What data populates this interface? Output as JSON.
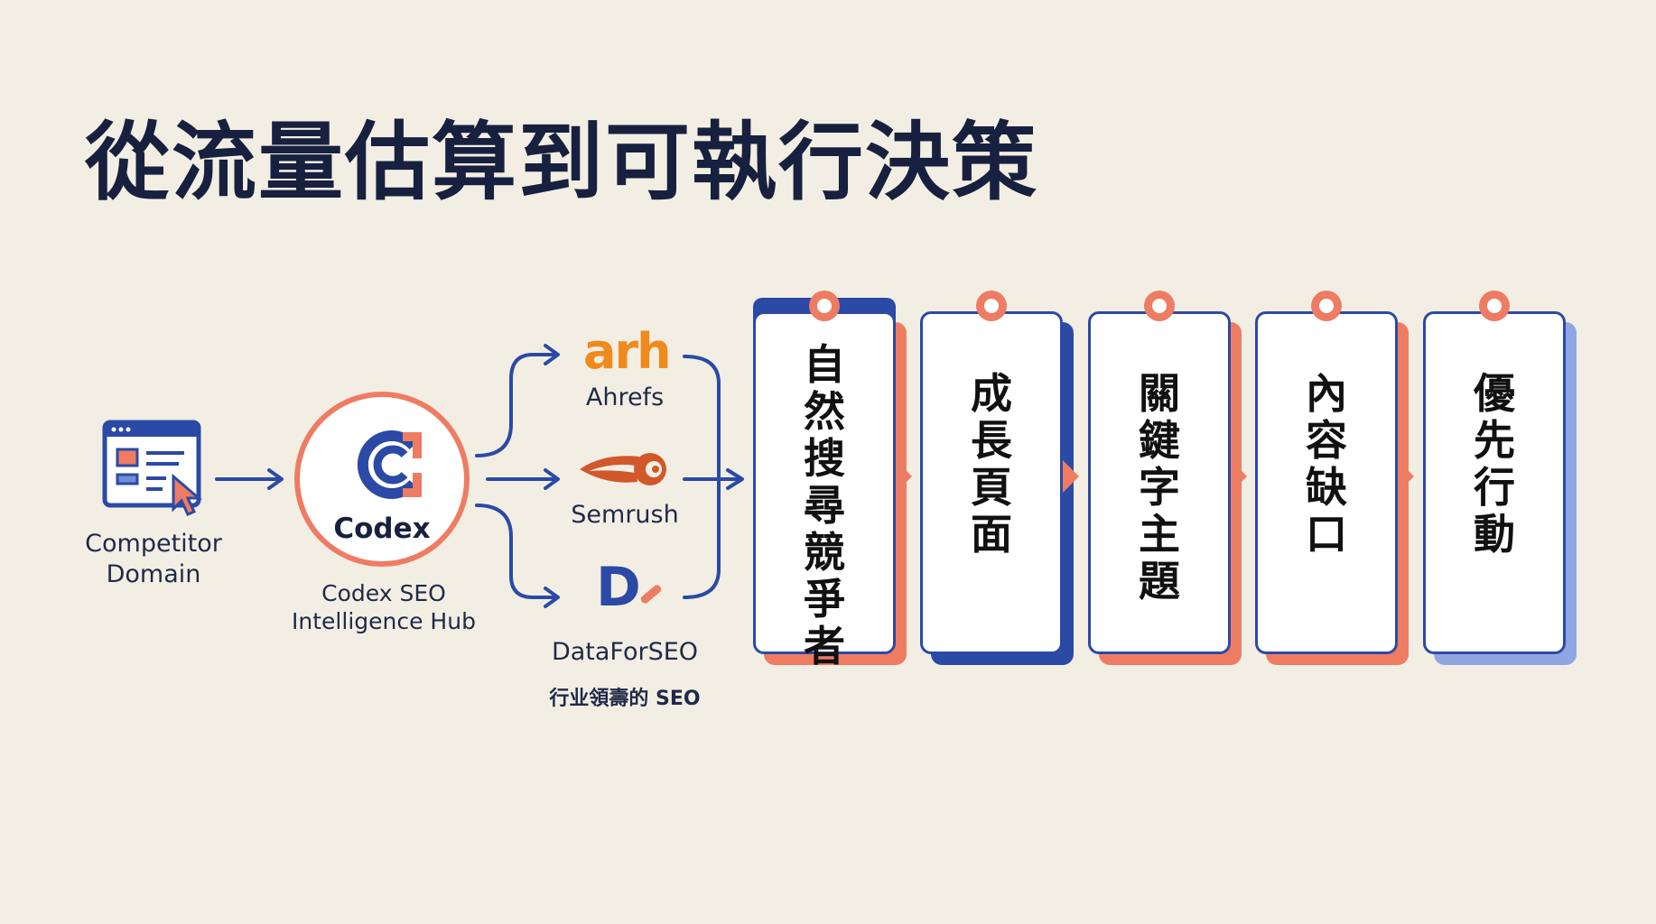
{
  "title": "從流量估算到可執行決策",
  "competitor": {
    "line1": "Competitor",
    "line2": "Domain",
    "icon": "browser-window-cursor-icon"
  },
  "hub": {
    "logo_text": "Codex",
    "line1": "Codex SEO",
    "line2": "Intelligence Hub"
  },
  "tools": [
    {
      "logo": "arh",
      "name": "Ahrefs"
    },
    {
      "logo": "",
      "name": "Semrush"
    },
    {
      "logo": "D",
      "name": "DataForSEO"
    }
  ],
  "tools_note": "行业領壽的 SEO",
  "steps": [
    {
      "chars": [
        "自",
        "然",
        "搜",
        "尋",
        "競",
        "爭",
        "者"
      ]
    },
    {
      "chars": [
        "成",
        "長",
        "頁",
        "面"
      ]
    },
    {
      "chars": [
        "關",
        "鍵",
        "字",
        "主",
        "題"
      ]
    },
    {
      "chars": [
        "內",
        "容",
        "缺",
        "口"
      ]
    },
    {
      "chars": [
        "優",
        "先",
        "行",
        "動"
      ]
    }
  ],
  "colors": {
    "navy": "#2b4aa6",
    "coral": "#ee7c63",
    "background": "#f3eee3",
    "ahrefs_orange": "#f08a1c"
  }
}
